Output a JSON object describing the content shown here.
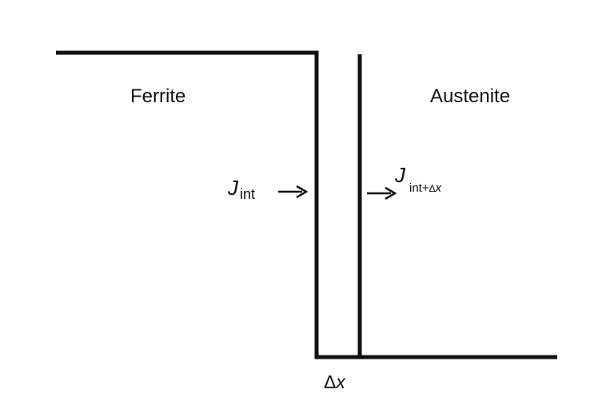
{
  "phases": {
    "left": "Ferrite",
    "right": "Austenite"
  },
  "flux_in": {
    "symbol": "J",
    "subscript": "int"
  },
  "flux_out": {
    "symbol": "J",
    "subscript_prefix": "int+",
    "subscript_delta": "Δ",
    "subscript_var": "x"
  },
  "interval": {
    "delta": "Δ",
    "var": "x"
  },
  "colors": {
    "line": "#111111",
    "background": "#ffffff"
  }
}
